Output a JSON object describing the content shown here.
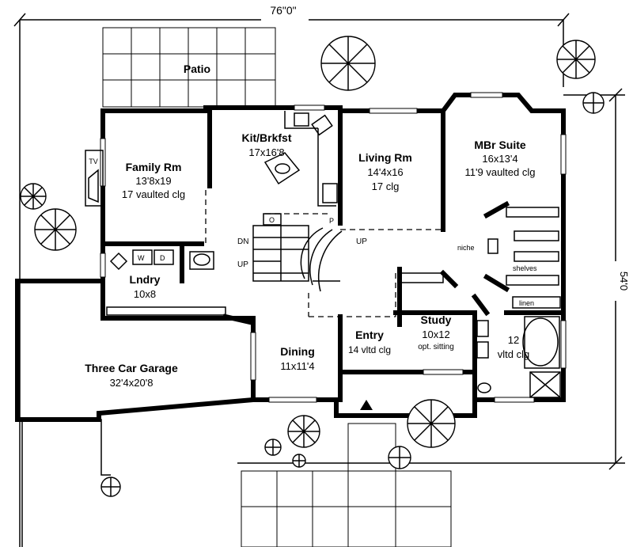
{
  "dimensions": {
    "width": "76\"0\"",
    "depth": "54'0"
  },
  "rooms": {
    "patio": {
      "name": "Patio"
    },
    "kitchen": {
      "name": "Kit/Brkfst",
      "size": "17x16'8"
    },
    "family": {
      "name": "Family Rm",
      "size": "13'8x19",
      "note": "17 vaulted clg"
    },
    "living": {
      "name": "Living Rm",
      "size": "14'4x16",
      "note": "17 clg"
    },
    "master": {
      "name": "MBr Suite",
      "size": "16x13'4",
      "note": "11'9 vaulted clg"
    },
    "laundry": {
      "name": "Lndry",
      "size": "10x8"
    },
    "garage": {
      "name": "Three Car Garage",
      "size": "32'4x20'8"
    },
    "dining": {
      "name": "Dining",
      "size": "11x11'4"
    },
    "entry": {
      "name": "Entry",
      "note": "14 vltd clg"
    },
    "study": {
      "name": "Study",
      "size": "10x12",
      "note": "opt. sitting"
    },
    "bath": {
      "line1": "12",
      "line2": "vltd clg"
    }
  },
  "labels": {
    "tv": "TV",
    "washer": "W",
    "dryer": "D",
    "oven": "O",
    "pantry": "P",
    "stair_down": "DN",
    "stair_up_left": "UP",
    "stair_up_right": "UP",
    "niche": "niche",
    "shelves": "shelves",
    "linen": "linen"
  }
}
